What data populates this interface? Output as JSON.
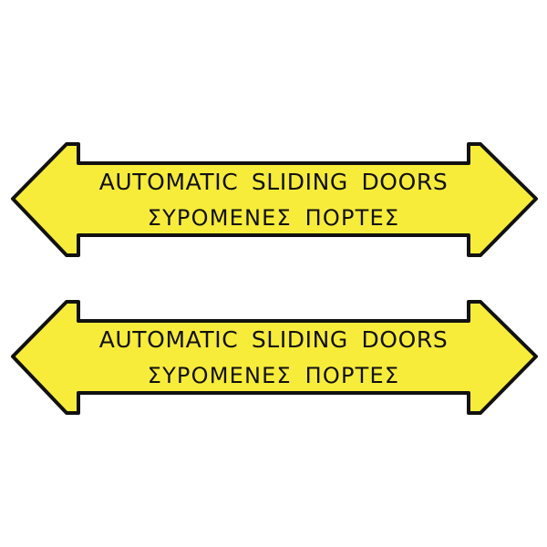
{
  "colors": {
    "sign_fill": "#f7ec3a",
    "sign_outline": "#111111",
    "text": "#111111",
    "background": "#ffffff"
  },
  "signs": [
    {
      "line_english": "AUTOMATIC SLIDING DOORS",
      "line_greek": "ΣΥΡΟΜΕΝΕΣ ΠΟΡΤΕΣ"
    },
    {
      "line_english": "AUTOMATIC SLIDING DOORS",
      "line_greek": "ΣΥΡΟΜΕΝΕΣ ΠΟΡΤΕΣ"
    }
  ]
}
